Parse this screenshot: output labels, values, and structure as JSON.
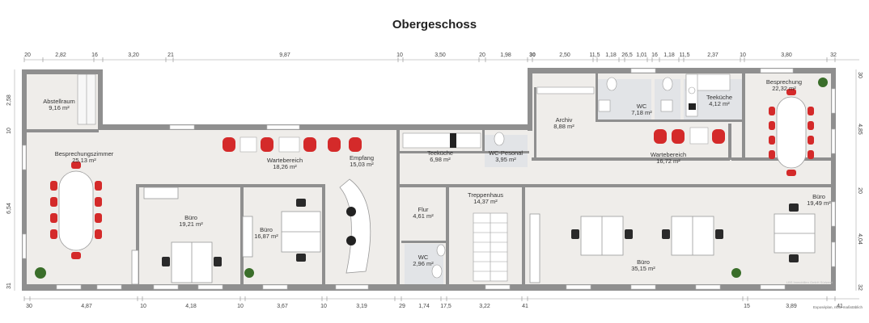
{
  "title": "Obergeschoss",
  "rooms": [
    {
      "id": "abstellraum",
      "name": "Abstellraum",
      "area": "9,16 m²"
    },
    {
      "id": "besprechungszimmer",
      "name": "Besprechungszimmer",
      "area": "25,13 m²"
    },
    {
      "id": "wartebereich1",
      "name": "Wartebereich",
      "area": "18,26 m²"
    },
    {
      "id": "empfang",
      "name": "Empfang",
      "area": "15,03 m²"
    },
    {
      "id": "teekueche1",
      "name": "Teeküche",
      "area": "6,98 m²"
    },
    {
      "id": "wc-personal",
      "name": "WC-Pesonal",
      "area": "3,95 m²"
    },
    {
      "id": "archiv",
      "name": "Archiv",
      "area": "8,88 m²"
    },
    {
      "id": "wc1",
      "name": "WC",
      "area": "7,18 m²"
    },
    {
      "id": "teekueche2",
      "name": "Teeküche",
      "area": "4,12 m²"
    },
    {
      "id": "besprechung",
      "name": "Besprechung",
      "area": "22,32 m²"
    },
    {
      "id": "wartebereich2",
      "name": "Wartebereich",
      "area": "16,72 m²"
    },
    {
      "id": "buero1",
      "name": "Büro",
      "area": "19,21 m²"
    },
    {
      "id": "buero2",
      "name": "Büro",
      "area": "16,87 m²"
    },
    {
      "id": "flur",
      "name": "Flur",
      "area": "4,61 m²"
    },
    {
      "id": "treppenhaus",
      "name": "Treppenhaus",
      "area": "14,37 m²"
    },
    {
      "id": "wc2",
      "name": "WC",
      "area": "2,96 m²"
    },
    {
      "id": "buero3",
      "name": "Büro",
      "area": "35,15 m²"
    },
    {
      "id": "buero4",
      "name": "Büro",
      "area": "19,49 m²"
    }
  ],
  "dimensions_top": [
    "20",
    "2,82",
    "16",
    "3,20",
    "21",
    "9,87",
    "10",
    "3,50",
    "20",
    "1,98",
    "30",
    "2,50",
    "11,5",
    "1,18",
    "26,5",
    "1,01",
    "16",
    "1,18",
    "11,5",
    "2,37",
    "10",
    "3,80",
    "32"
  ],
  "dimensions_bottom": [
    "30",
    "4,87",
    "10",
    "4,18",
    "10",
    "3,67",
    "10",
    "3,19",
    "29",
    "1,74",
    "17,5",
    "3,22",
    "41",
    "15",
    "3,89",
    "41"
  ],
  "dimensions_left": [
    "2,58",
    "10",
    "6,54",
    "31"
  ],
  "dimensions_right": [
    "30",
    "4,85",
    "20",
    "4,04",
    "32"
  ],
  "footnote": "Exposéplan, nicht maßstäblich",
  "stamp": "LBS Immobilien GmbH Südwest",
  "colors": {
    "wall": "#8f8f8f",
    "floor": "#efedea",
    "chair": "#d42a2a",
    "plant": "#3a6e2a"
  }
}
